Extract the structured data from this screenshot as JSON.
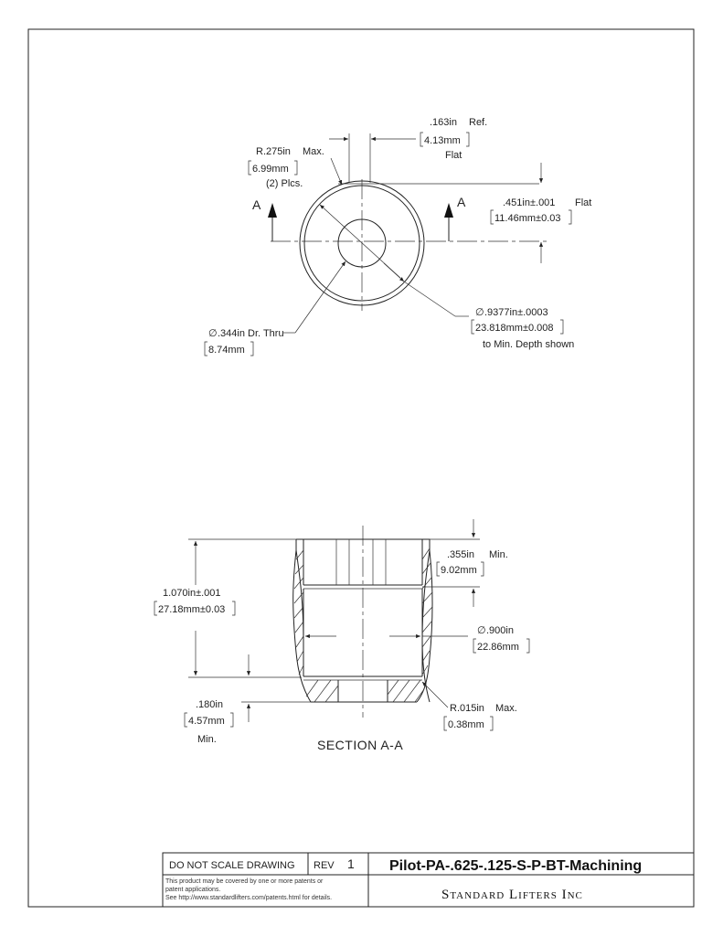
{
  "top_view": {
    "dim_flat_width": {
      "value": ".163in",
      "ref": "Ref.",
      "mm": "4.13mm",
      "note": "Flat"
    },
    "dim_radius": {
      "value": "R.275in",
      "max": "Max.",
      "mm": "6.99mm",
      "note": "(2) Plcs."
    },
    "section_mark_left": "A",
    "section_mark_right": "A",
    "dim_flat_height": {
      "value": ".451in±.001",
      "note": "Flat",
      "mm": "11.46mm±0.03"
    },
    "dim_bore": {
      "value": ".344in Dr. Thru",
      "mm": "8.74mm"
    },
    "dim_od": {
      "value": ".9377in±.0003",
      "mm": "23.818mm±0.008",
      "note": "to Min. Depth shown"
    },
    "diameter_symbol": "∅"
  },
  "section_view": {
    "dim_overall": {
      "value": "1.070in±.001",
      "mm": "27.18mm±0.03"
    },
    "dim_counterbore_depth": {
      "value": ".355in",
      "min": "Min.",
      "mm": "9.02mm"
    },
    "dim_inner_dia": {
      "value": ".900in",
      "mm": "22.86mm"
    },
    "dim_bottom": {
      "value": ".180in",
      "mm": "4.57mm",
      "note": "Min."
    },
    "dim_corner_radius": {
      "value": "R.015in",
      "max": "Max.",
      "mm": "0.38mm"
    },
    "label": "SECTION A-A"
  },
  "title_block": {
    "do_not_scale": "DO NOT SCALE DRAWING",
    "rev_label": "REV",
    "rev_value": "1",
    "part_name": "Pilot-PA-.625-.125-S-P-BT-Machining",
    "patent_line1": "This product may be covered by one or more patents or",
    "patent_line2": "patent applications.",
    "patent_line3": "See http://www.standardlifters.com/patents.html for details.",
    "company": "Standard Lifters Inc"
  }
}
